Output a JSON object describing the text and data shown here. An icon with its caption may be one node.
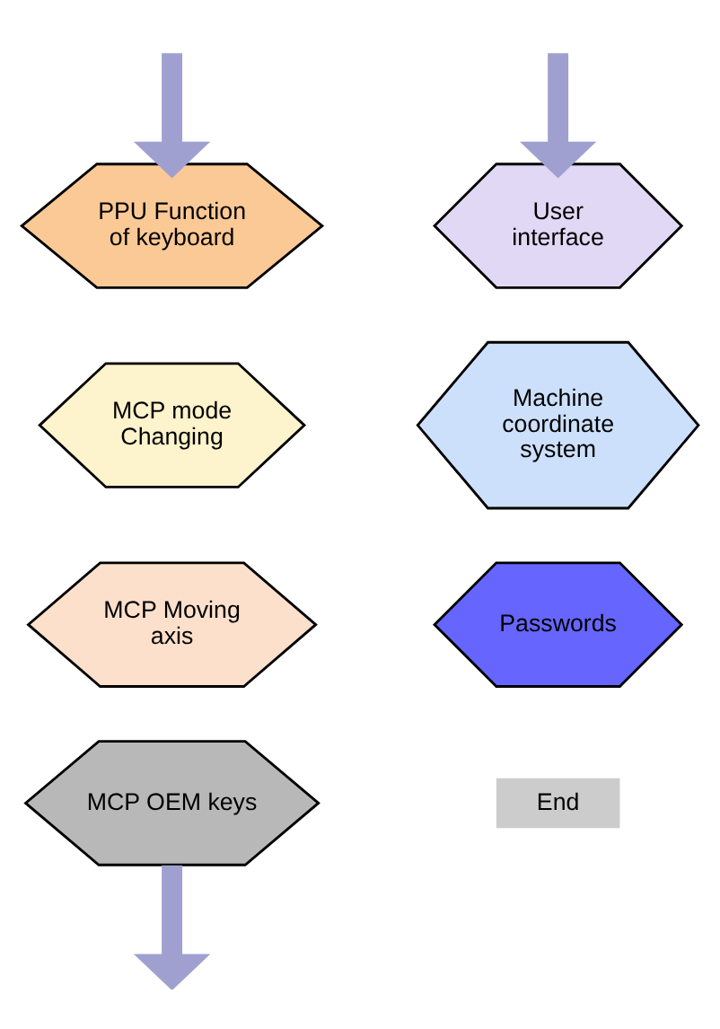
{
  "diagram": {
    "nodes": [
      {
        "text": [
          "PPU Function of keyboard"
        ]
      },
      {
        "text": [
          "MCP mode Changing"
        ]
      },
      {
        "text": [
          "MCP Moving axis"
        ]
      },
      {
        "text": [
          "MCP OEM keys"
        ]
      },
      {
        "text": [
          "User interface"
        ]
      },
      {
        "text": [
          "Machine coordinate system"
        ]
      },
      {
        "text": [
          "Passwords"
        ]
      },
      {
        "text": [
          "End"
        ]
      }
    ],
    "edges": [
      {
        "from": null,
        "to": 0,
        "arrow": "to"
      },
      {
        "from": 3,
        "to": null,
        "arrow": "to"
      },
      {
        "from": null,
        "to": 4,
        "arrow": "to"
      }
    ]
  }
}
